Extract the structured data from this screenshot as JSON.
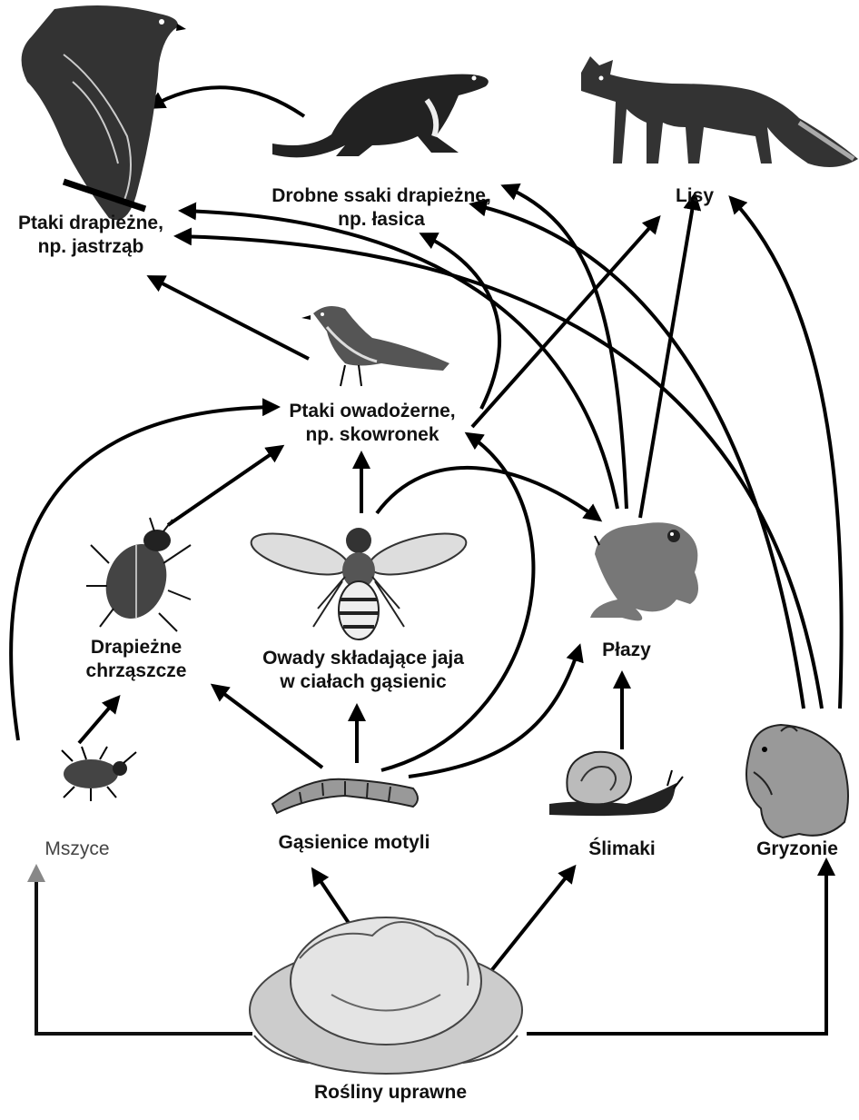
{
  "labels": {
    "birds_of_prey": [
      "Ptaki drapieżne,",
      "np. jastrząb"
    ],
    "small_predators": [
      "Drobne ssaki drapieżne,",
      "np. łasica"
    ],
    "foxes": "Lisy",
    "insectivorous_birds": [
      "Ptaki owadożerne,",
      "np. skowronek"
    ],
    "predatory_beetles": [
      "Drapieżne",
      "chrząszcze"
    ],
    "parasitoid_insects": [
      "Owady składające jaja",
      "w ciałach gąsienic"
    ],
    "amphibians": "Płazy",
    "aphids": "Mszyce",
    "caterpillars": "Gąsienice motyli",
    "snails": "Ślimaki",
    "rodents": "Gryzonie",
    "crops": "Rośliny uprawne"
  },
  "icons": [
    "hawk-icon",
    "weasel-icon",
    "fox-icon",
    "lark-icon",
    "beetle-icon",
    "wasp-icon",
    "frog-icon",
    "aphid-icon",
    "caterpillar-icon",
    "snail-icon",
    "hamster-icon",
    "cabbage-icon"
  ]
}
